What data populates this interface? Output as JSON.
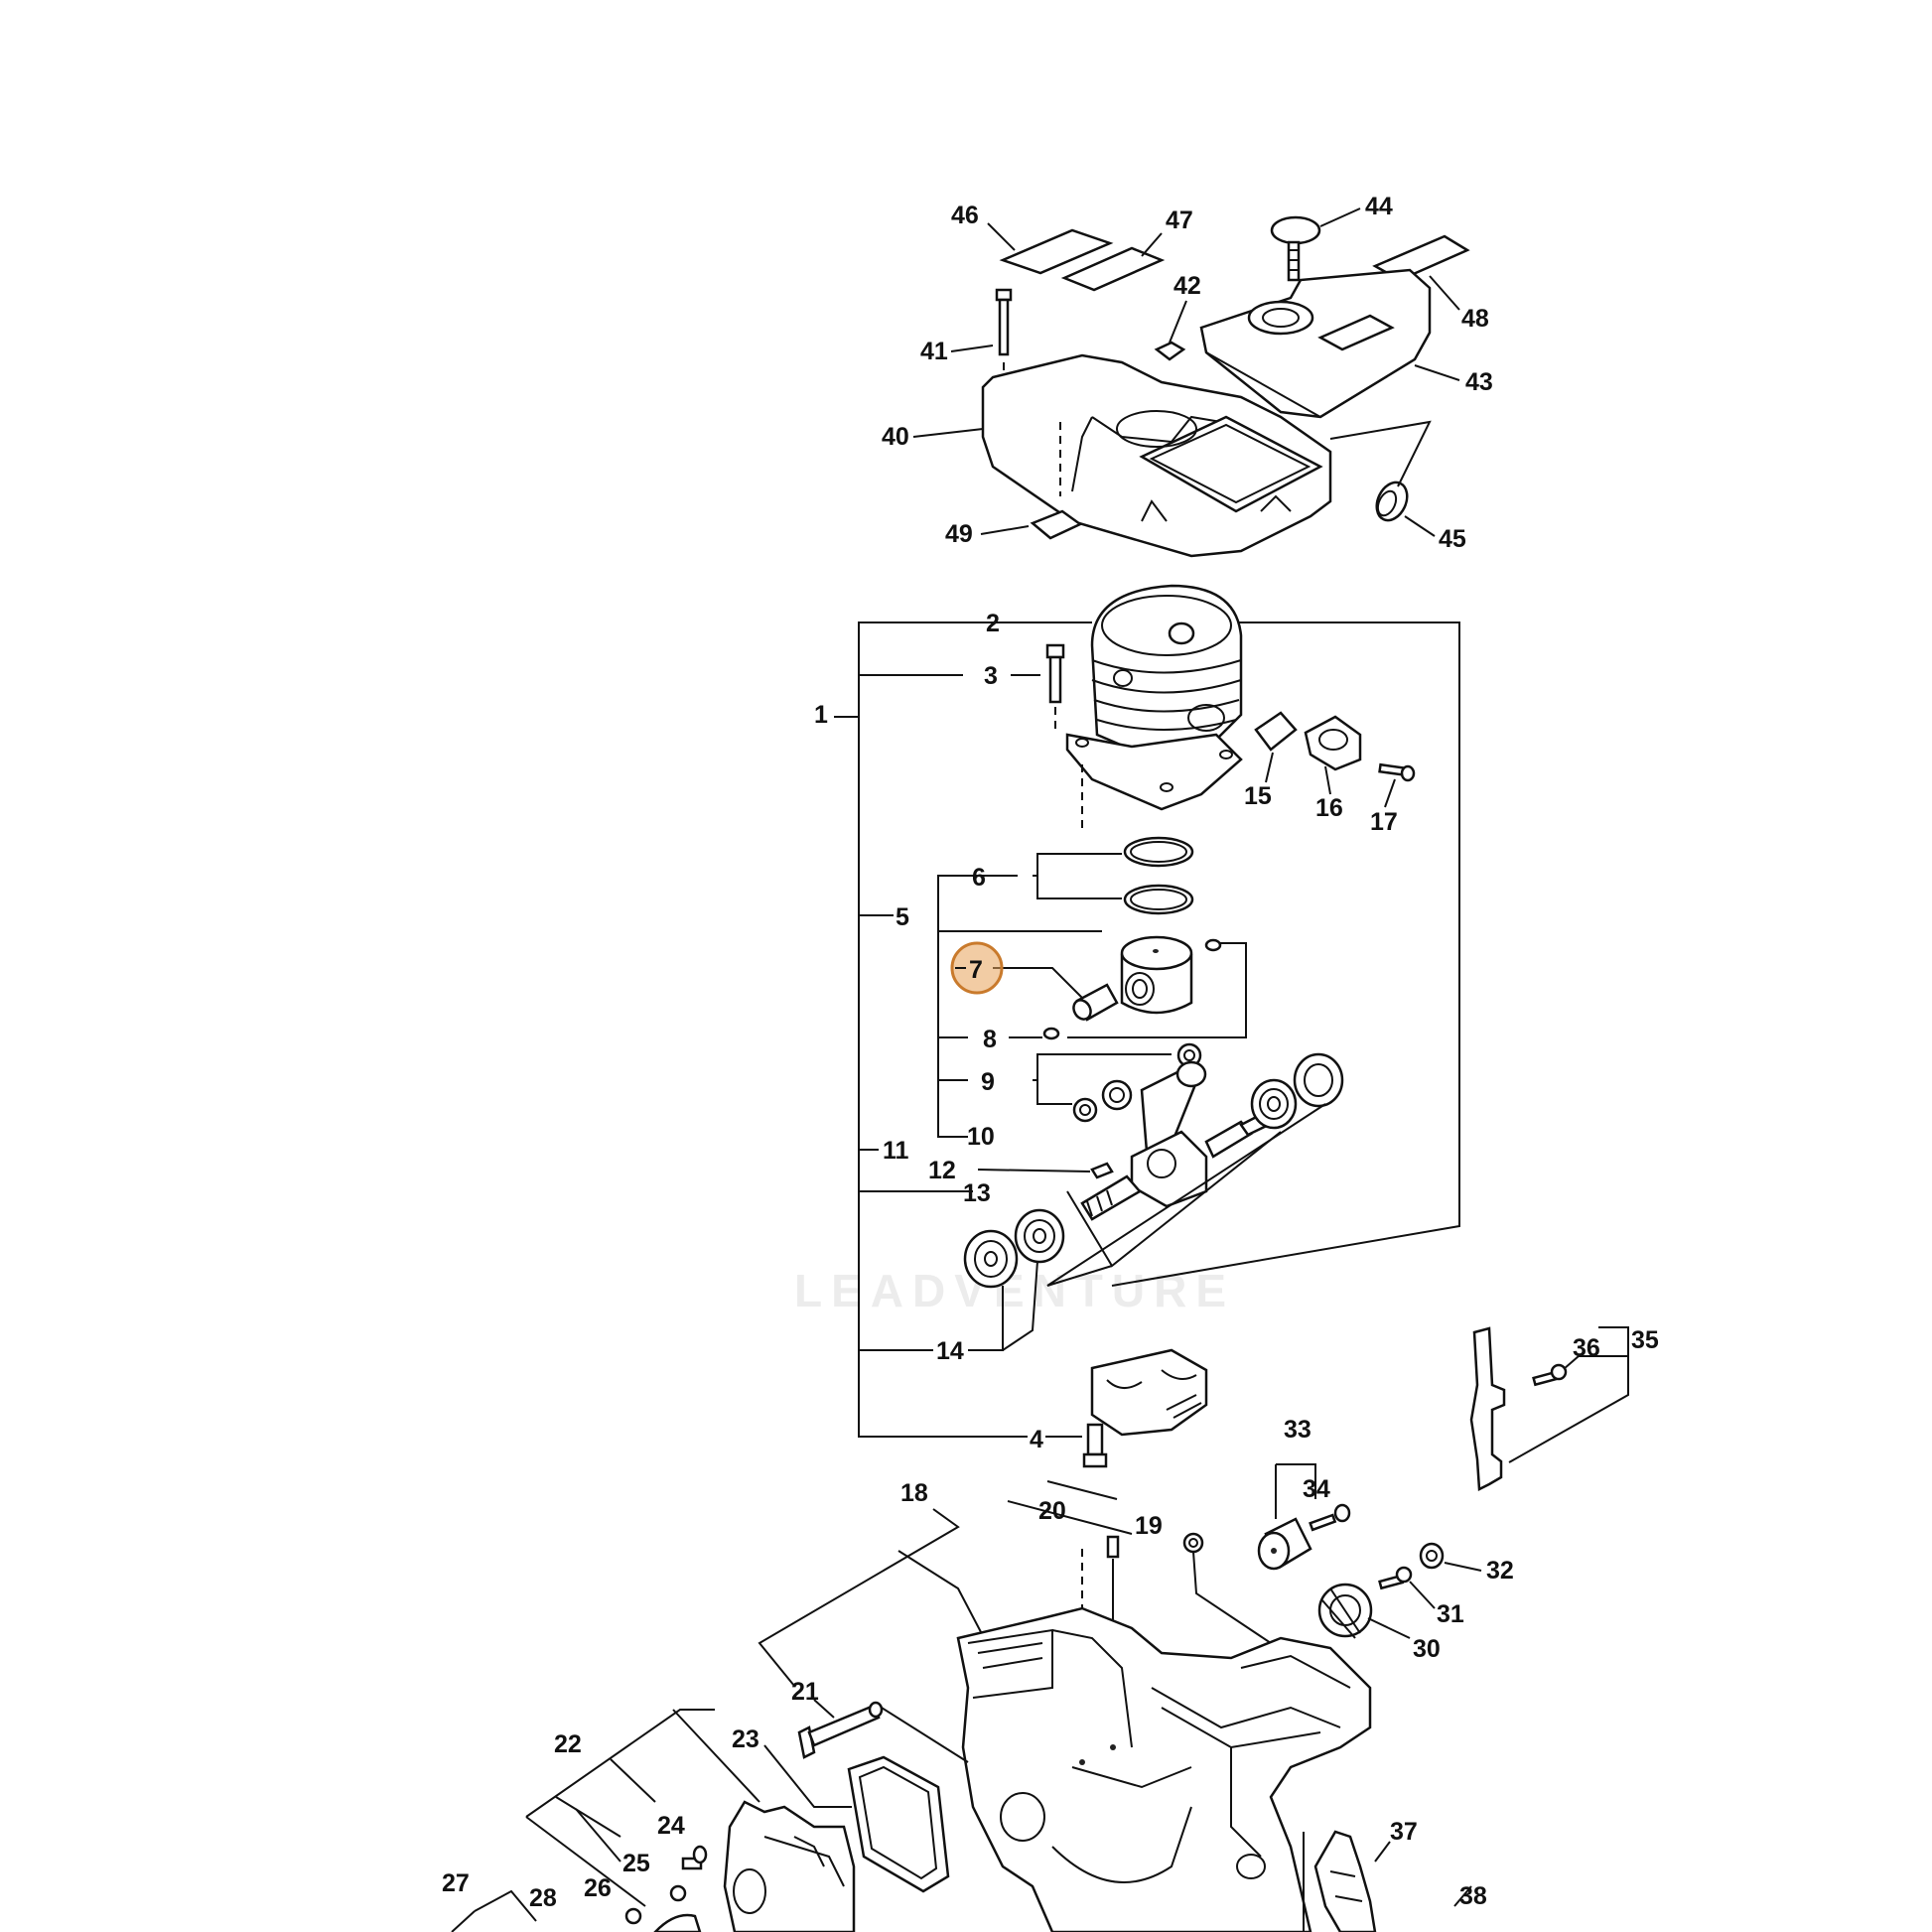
{
  "watermark": "LEADVENTURE",
  "highlighted_callout": "7",
  "callouts": [
    "1",
    "2",
    "3",
    "4",
    "5",
    "6",
    "7",
    "8",
    "9",
    "10",
    "11",
    "12",
    "13",
    "14",
    "15",
    "16",
    "17",
    "18",
    "19",
    "20",
    "21",
    "22",
    "23",
    "24",
    "25",
    "26",
    "27",
    "28",
    "30",
    "31",
    "32",
    "33",
    "34",
    "35",
    "36",
    "37",
    "38",
    "40",
    "41",
    "42",
    "43",
    "44",
    "45",
    "46",
    "47",
    "48",
    "49"
  ]
}
